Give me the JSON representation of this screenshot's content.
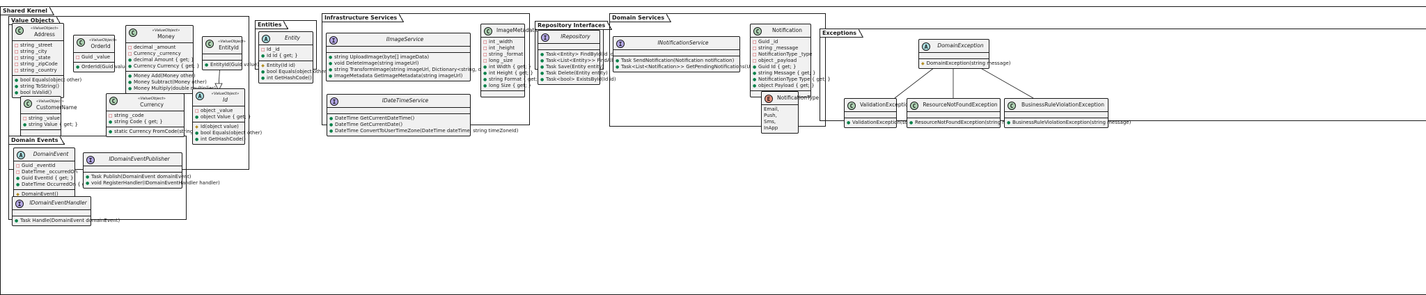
{
  "packages": {
    "shared_kernel": "Shared Kernel",
    "value_objects": "Value Objects",
    "entities": "Entities",
    "infrastructure": "Infrastructure Services",
    "repository": "Repository Interfaces",
    "domain_services": "Domain Services",
    "exceptions": "Exceptions",
    "domain_events": "Domain Events"
  },
  "symbols": {
    "private": "□",
    "public": "●",
    "protected": "◆"
  },
  "badges": {
    "class": "C",
    "interface": "I",
    "abstract": "A",
    "enum": "E"
  },
  "stereotype": "«ValueObject»",
  "colors": {
    "class": "#add1b2",
    "interface": "#b4a7e5",
    "abstract": "#a9dcdf",
    "enum": "#eb937f",
    "box": "#f1f1f1"
  },
  "classes": {
    "address": {
      "name": "Address",
      "fields": [
        "string _street",
        "string _city",
        "string _state",
        "string _zipCode",
        "string _country"
      ],
      "methods": [
        "bool Equals(object other)",
        "string ToString()",
        "bool IsValid()"
      ]
    },
    "orderid": {
      "name": "OrderId",
      "fields": [
        "Guid _value"
      ],
      "methods": [
        "OrderId(Guid value)"
      ]
    },
    "money": {
      "name": "Money",
      "fields": [
        "decimal _amount",
        "Currency _currency",
        "decimal Amount { get; }",
        "Currency Currency { get; }"
      ],
      "methods": [
        "Money Add(Money other)",
        "Money Subtract(Money other)",
        "Money Multiply(double multiplier)"
      ]
    },
    "entityid": {
      "name": "EntityId",
      "methods": [
        "EntityId(Guid value)"
      ]
    },
    "customername": {
      "name": "CustomerName",
      "fields": [
        "string _value",
        "string Value { get; }"
      ]
    },
    "currency": {
      "name": "Currency",
      "fields": [
        "string _code",
        "string Code { get; }"
      ],
      "methods": [
        "static Currency FromCode(string code)"
      ]
    },
    "id": {
      "name": "Id",
      "fields": [
        "object _value",
        "object Value { get; }"
      ],
      "methods": [
        "Id(object value)",
        "bool Equals(object other)",
        "int GetHashCode()"
      ]
    },
    "entity": {
      "name": "Entity",
      "fields": [
        "Id _id",
        "Id Id { get; }"
      ],
      "methods": [
        "Entity(Id id)",
        "bool Equals(object other)",
        "int GetHashCode()"
      ]
    },
    "iimageservice": {
      "name": "IImageService",
      "methods": [
        "string UploadImage(byte[] imageData)",
        "void DeleteImage(string imageUrl)",
        "string TransformImage(string imageUrl, Dictionary<string, object> options)",
        "ImageMetadata GetImageMetadata(string imageUrl)"
      ]
    },
    "imagemetadata": {
      "name": "ImageMetadata",
      "fields": [
        "int _width",
        "int _height",
        "string _format",
        "long _size",
        "int Width { get; }",
        "int Height { get; }",
        "string Format { get; }",
        "long Size { get; }"
      ]
    },
    "idatetimeservice": {
      "name": "IDateTimeService",
      "methods": [
        "DateTime GetCurrentDateTime()",
        "DateTime GetCurrentDate()",
        "DateTime ConvertToUserTimeZone(DateTime dateTime, string timeZoneId)"
      ]
    },
    "irepository": {
      "name": "IRepository",
      "methods": [
        "Task<Entity> FindById(Id id)",
        "Task<List<Entity>> FindAll()",
        "Task Save(Entity entity)",
        "Task Delete(Entity entity)",
        "Task<bool> ExistsById(Id id)"
      ]
    },
    "inotificationservice": {
      "name": "INotificationService",
      "methods": [
        "Task SendNotification(Notification notification)",
        "Task<List<Notification>> GetPendingNotifications(UserId userId)"
      ]
    },
    "notification": {
      "name": "Notification",
      "fields": [
        "Guid _id",
        "string _message",
        "NotificationType _type",
        "object _payload",
        "Guid Id { get; }",
        "string Message { get; }",
        "NotificationType Type { get; }",
        "object Payload { get; }"
      ]
    },
    "notificationtype": {
      "name": "NotificationType",
      "values": [
        "Email,",
        "Push,",
        "Sms,",
        "InApp"
      ]
    },
    "domainexception": {
      "name": "DomainException",
      "methods": [
        "DomainException(string message)"
      ]
    },
    "validationexception": {
      "name": "ValidationException",
      "methods": [
        "ValidationException(string message)"
      ]
    },
    "resourcenotfoundexception": {
      "name": "ResourceNotFoundException",
      "methods": [
        "ResourceNotFoundException(string message)"
      ]
    },
    "businessruleviolationexception": {
      "name": "BusinessRuleViolationException",
      "methods": [
        "BusinessRuleViolationException(string message)"
      ]
    },
    "domainevent": {
      "name": "DomainEvent",
      "fields": [
        "Guid _eventId",
        "DateTime _occurredOn",
        "Guid EventId { get; }",
        "DateTime OccurredOn { get; }"
      ],
      "methods": [
        "DomainEvent()"
      ]
    },
    "idomaineventpublisher": {
      "name": "IDomainEventPublisher",
      "methods": [
        "Task Publish(DomainEvent domainEvent)",
        "void RegisterHandler(IDomainEventHandler handler)"
      ]
    },
    "idomaineventhandler": {
      "name": "IDomainEventHandler",
      "methods": [
        "Task Handle(DomainEvent domainEvent)"
      ]
    }
  }
}
